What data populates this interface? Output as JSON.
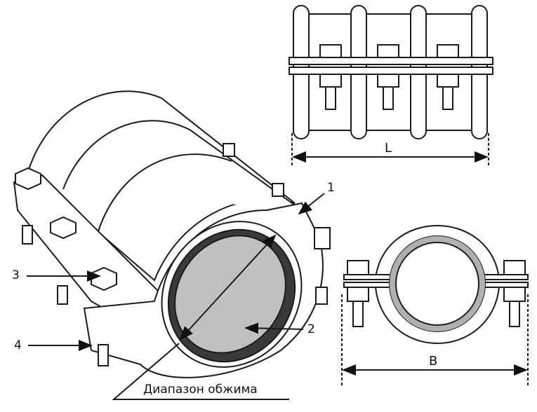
{
  "callouts": {
    "c1": "1",
    "c2": "2",
    "c3": "3",
    "c4": "4"
  },
  "dimensions": {
    "length": "L",
    "width": "B"
  },
  "caption": "Диапазон обжима",
  "colors": {
    "line": "#1a1a1a",
    "seal": "#3a3a3a",
    "pipe": "#b8b8b8"
  }
}
